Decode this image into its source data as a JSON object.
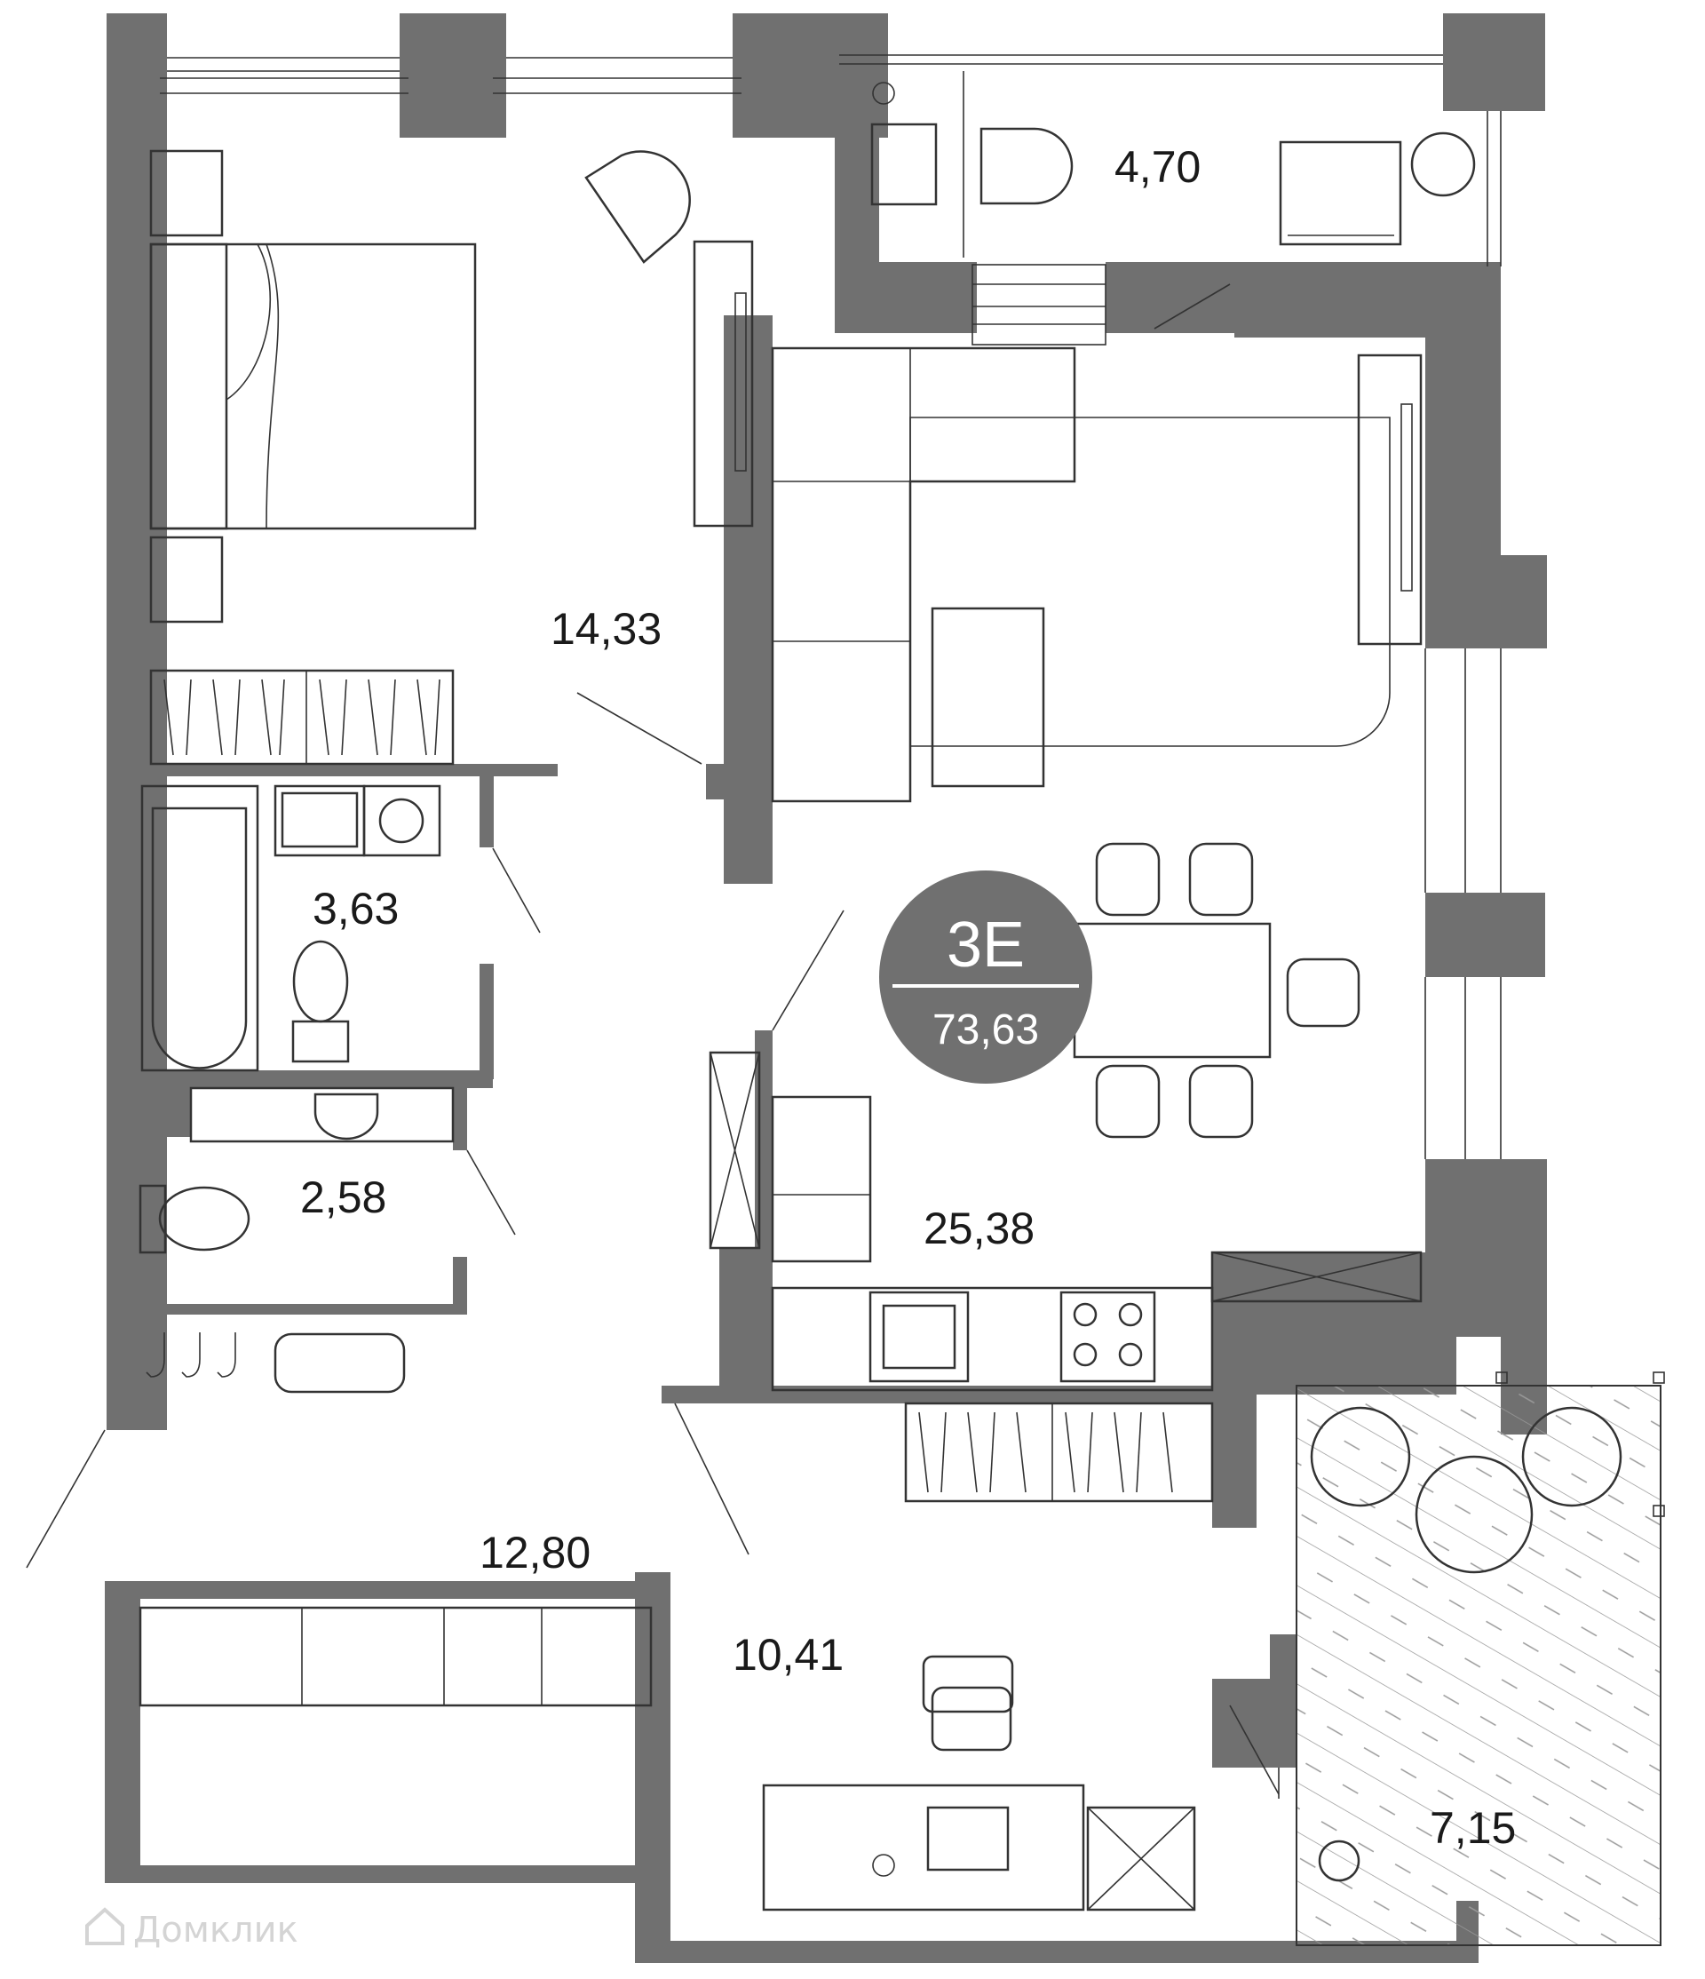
{
  "apartment": {
    "code": "3E",
    "total_area": "73,63",
    "badge_color": "#707070",
    "wall_color": "#707070"
  },
  "rooms": [
    {
      "id": "bedroom",
      "area": "14,33"
    },
    {
      "id": "balcony-top",
      "area": "4,70"
    },
    {
      "id": "bathroom",
      "area": "3,63"
    },
    {
      "id": "toilet",
      "area": "2,58"
    },
    {
      "id": "kitchen-living",
      "area": "25,38"
    },
    {
      "id": "hallway",
      "area": "12,80"
    },
    {
      "id": "study",
      "area": "10,41"
    },
    {
      "id": "loggia",
      "area": "7,15"
    }
  ],
  "watermark": {
    "text": "Домклик",
    "icon": "house-icon"
  }
}
